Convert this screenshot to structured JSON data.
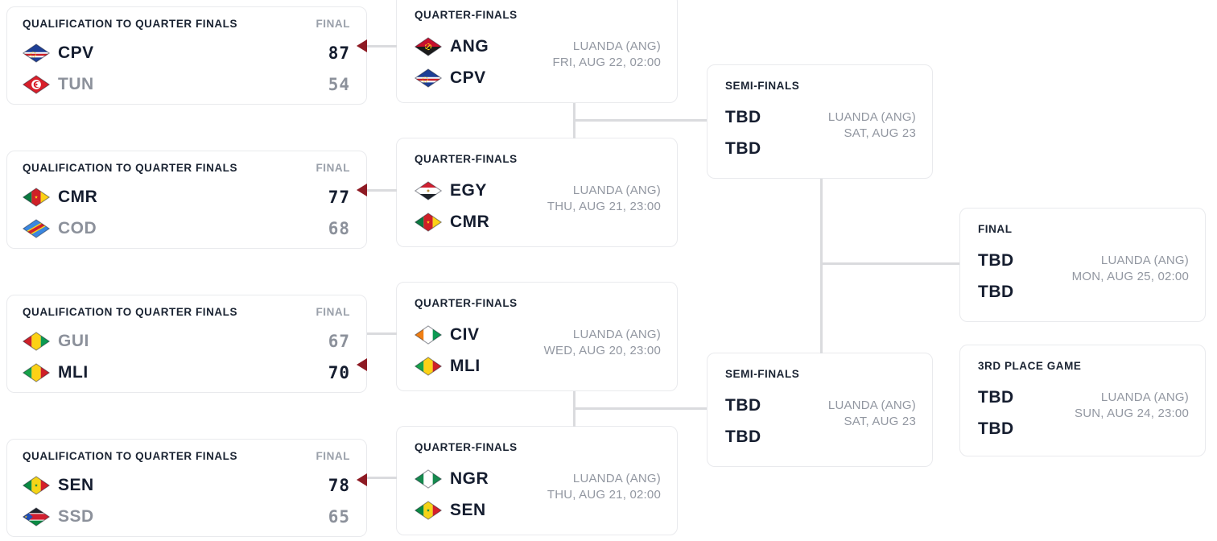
{
  "colors": {
    "winner_text": "#151d2f",
    "loser_text": "#8c919b",
    "header_text": "#1a2332",
    "muted_text": "#9297a1",
    "accent_arrow": "#8e1b24",
    "connector": "#dadbde",
    "card_border": "#e9eaed",
    "background": "#ffffff"
  },
  "qualification": [
    {
      "stage": "QUALIFICATION TO QUARTER FINALS",
      "status": "FINAL",
      "teams": [
        {
          "code": "CPV",
          "score": "87"
        },
        {
          "code": "TUN",
          "score": "54"
        }
      ]
    },
    {
      "stage": "QUALIFICATION TO QUARTER FINALS",
      "status": "FINAL",
      "teams": [
        {
          "code": "CMR",
          "score": "77"
        },
        {
          "code": "COD",
          "score": "68"
        }
      ]
    },
    {
      "stage": "QUALIFICATION TO QUARTER FINALS",
      "status": "FINAL",
      "teams": [
        {
          "code": "GUI",
          "score": "67"
        },
        {
          "code": "MLI",
          "score": "70"
        }
      ]
    },
    {
      "stage": "QUALIFICATION TO QUARTER FINALS",
      "status": "FINAL",
      "teams": [
        {
          "code": "SEN",
          "score": "78"
        },
        {
          "code": "SSD",
          "score": "65"
        }
      ]
    }
  ],
  "quarter_finals": [
    {
      "stage": "QUARTER-FINALS",
      "teams": [
        {
          "code": "ANG"
        },
        {
          "code": "CPV"
        }
      ],
      "venue": "LUANDA (ANG)",
      "datetime": "FRI, AUG 22, 02:00"
    },
    {
      "stage": "QUARTER-FINALS",
      "teams": [
        {
          "code": "EGY"
        },
        {
          "code": "CMR"
        }
      ],
      "venue": "LUANDA (ANG)",
      "datetime": "THU, AUG 21, 23:00"
    },
    {
      "stage": "QUARTER-FINALS",
      "teams": [
        {
          "code": "CIV"
        },
        {
          "code": "MLI"
        }
      ],
      "venue": "LUANDA (ANG)",
      "datetime": "WED, AUG 20, 23:00"
    },
    {
      "stage": "QUARTER-FINALS",
      "teams": [
        {
          "code": "NGR"
        },
        {
          "code": "SEN"
        }
      ],
      "venue": "LUANDA (ANG)",
      "datetime": "THU, AUG 21, 02:00"
    }
  ],
  "semi_finals": [
    {
      "stage": "SEMI-FINALS",
      "teams": [
        {
          "code": "TBD"
        },
        {
          "code": "TBD"
        }
      ],
      "venue": "LUANDA (ANG)",
      "datetime": "SAT, AUG 23"
    },
    {
      "stage": "SEMI-FINALS",
      "teams": [
        {
          "code": "TBD"
        },
        {
          "code": "TBD"
        }
      ],
      "venue": "LUANDA (ANG)",
      "datetime": "SAT, AUG 23"
    }
  ],
  "final": {
    "stage": "FINAL",
    "teams": [
      {
        "code": "TBD"
      },
      {
        "code": "TBD"
      }
    ],
    "venue": "LUANDA (ANG)",
    "datetime": "MON, AUG 25, 02:00"
  },
  "third_place": {
    "stage": "3RD PLACE GAME",
    "teams": [
      {
        "code": "TBD"
      },
      {
        "code": "TBD"
      }
    ],
    "venue": "LUANDA (ANG)",
    "datetime": "SUN, AUG 24, 23:00"
  }
}
